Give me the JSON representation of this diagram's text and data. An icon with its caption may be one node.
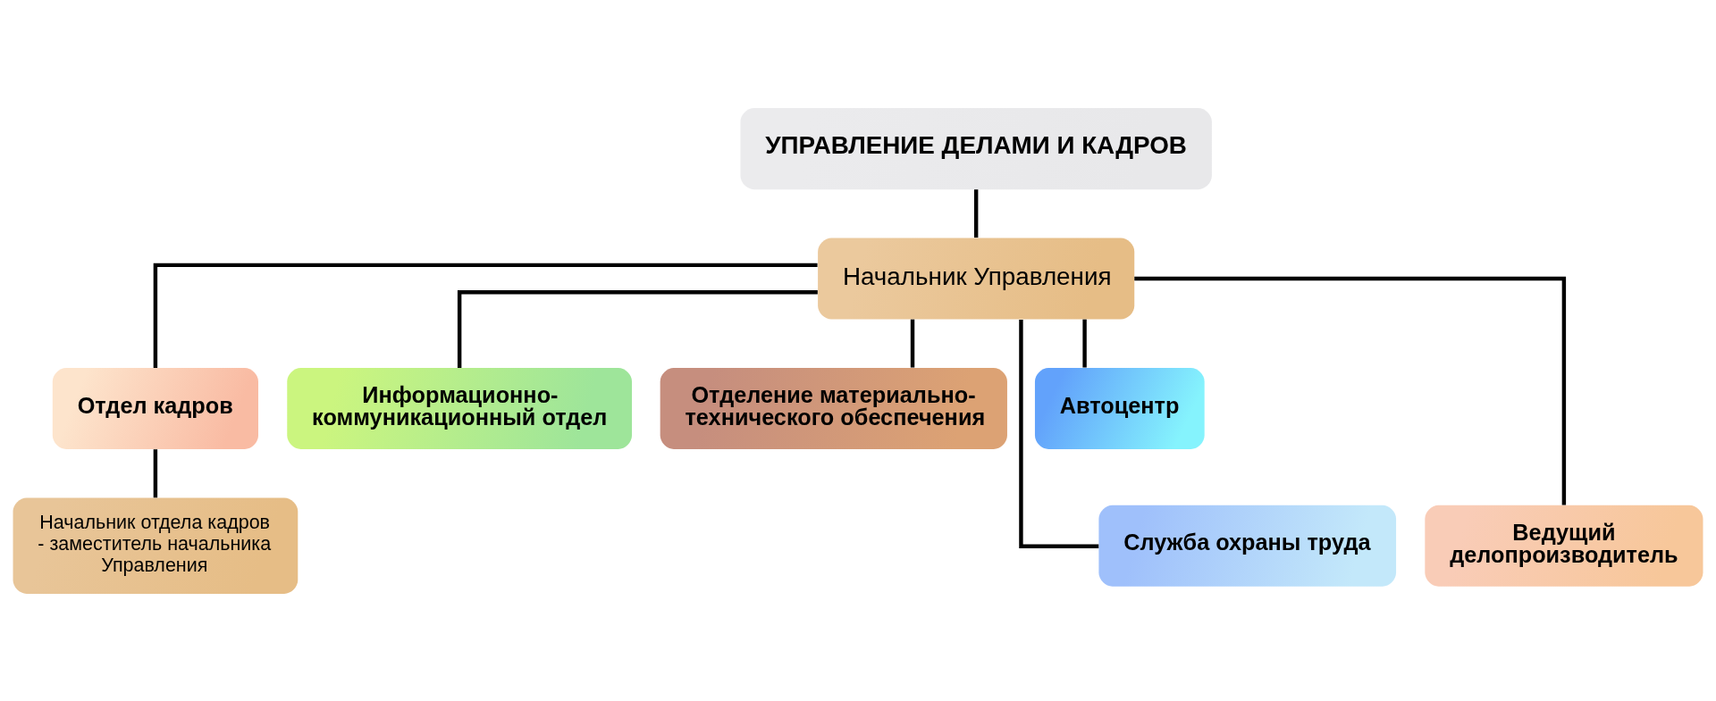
{
  "diagram": {
    "nodes": [
      {
        "text": [
          "УПРАВЛЕНИЕ ДЕЛАМИ И КАДРОВ"
        ]
      },
      {
        "text": [
          "Начальник Управления"
        ]
      },
      {
        "text": [
          "Отдел кадров"
        ]
      },
      {
        "text": [
          "Информационно-коммуникационный отдел"
        ]
      },
      {
        "text": [
          "Отделение материально-технического обеспечения"
        ]
      },
      {
        "text": [
          "Автоцентр"
        ]
      },
      {
        "text": [
          "Начальник отдела кадров - заместитель начальника Управления"
        ]
      },
      {
        "text": [
          "Служба охраны труда"
        ]
      },
      {
        "text": [
          "Ведущий делопроизводитель"
        ]
      }
    ],
    "edges": [
      {
        "from": 0,
        "to": 1,
        "arrow": "none"
      },
      {
        "from": 1,
        "to": 2,
        "arrow": "none"
      },
      {
        "from": 1,
        "to": 3,
        "arrow": "none"
      },
      {
        "from": 1,
        "to": 4,
        "arrow": "none"
      },
      {
        "from": 1,
        "to": 5,
        "arrow": "none"
      },
      {
        "from": 2,
        "to": 6,
        "arrow": "none"
      },
      {
        "from": 1,
        "to": 7,
        "arrow": "none"
      },
      {
        "from": 1,
        "to": 8,
        "arrow": "none"
      }
    ]
  }
}
